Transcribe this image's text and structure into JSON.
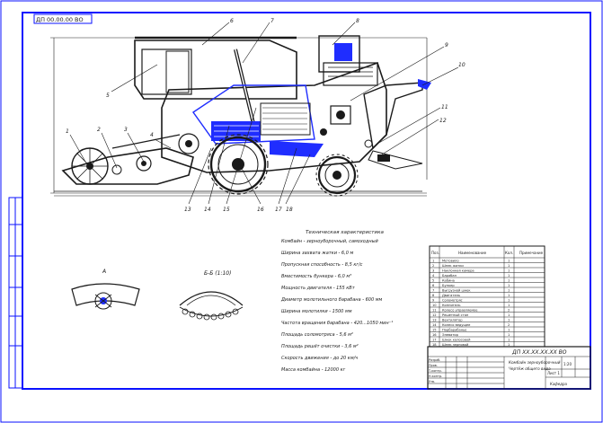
{
  "colors": {
    "frame": "#0a12ff",
    "ink": "#1a1a1a",
    "drawing_blue": "#1f2dff",
    "dark_fill": "#111111",
    "paper": "#ffffff"
  },
  "drawing": {
    "stamp_code": "ДП 00.00.00 ВО",
    "callouts": [
      "1",
      "2",
      "3",
      "4",
      "5",
      "6",
      "7",
      "8",
      "9",
      "10",
      "11",
      "12",
      "13",
      "14",
      "15",
      "16",
      "17",
      "18"
    ],
    "view_a_label": "А",
    "view_b_label": "Б-Б (1:10)"
  },
  "tech_spec": {
    "title": "Техническая характеристика",
    "lines": [
      "Комбайн - зерноуборочный, самоходный",
      "Ширина захвата жатки - 6,0 м",
      "Пропускная способность - 8,5 кг/с",
      "Вместимость бункера - 6,0 м³",
      "Мощность двигателя - 155 кВт",
      "Диаметр молотильного барабана - 600 мм",
      "Ширина молотилки - 1500 мм",
      "Частота вращения барабана - 420...1050 мин⁻¹",
      "Площадь соломотряса - 5,6 м²",
      "Площадь решёт очистки - 3,6 м²",
      "Скорость движения - до 20 км/ч",
      "Масса комбайна - 12000 кг"
    ]
  },
  "spec_table": {
    "headers": [
      "Поз.",
      "Наименование",
      "Кол.",
      "Примечание"
    ],
    "rows": [
      {
        "pos": "1",
        "name": "Мотовило",
        "qty": "1"
      },
      {
        "pos": "2",
        "name": "Шнек жатки",
        "qty": "1"
      },
      {
        "pos": "3",
        "name": "Наклонная камера",
        "qty": "1"
      },
      {
        "pos": "4",
        "name": "Барабан",
        "qty": "1"
      },
      {
        "pos": "5",
        "name": "Кабина",
        "qty": "1"
      },
      {
        "pos": "6",
        "name": "Бункер",
        "qty": "1"
      },
      {
        "pos": "7",
        "name": "Выгрузной шнек",
        "qty": "1"
      },
      {
        "pos": "8",
        "name": "Двигатель",
        "qty": "1"
      },
      {
        "pos": "9",
        "name": "Соломотряс",
        "qty": "1"
      },
      {
        "pos": "10",
        "name": "Копнитель",
        "qty": "1"
      },
      {
        "pos": "11",
        "name": "Колесо управляемое",
        "qty": "2"
      },
      {
        "pos": "12",
        "name": "Решётный стан",
        "qty": "1"
      },
      {
        "pos": "13",
        "name": "Вентилятор",
        "qty": "1"
      },
      {
        "pos": "14",
        "name": "Колесо ведущее",
        "qty": "2"
      },
      {
        "pos": "15",
        "name": "Подбарабанье",
        "qty": "1"
      },
      {
        "pos": "16",
        "name": "Элеватор",
        "qty": "1"
      },
      {
        "pos": "17",
        "name": "Шнек колосовой",
        "qty": "1"
      },
      {
        "pos": "18",
        "name": "Шнек зерновой",
        "qty": "1"
      }
    ]
  },
  "title_block": {
    "code": "ДП ХХ.ХХ.ХХ.ХХ ВО",
    "name": "Комбайн зерноуборочный",
    "doc": "Чертёж общего вида",
    "scale": "1:20",
    "sheet": "Лист 1",
    "org": "Кафедра",
    "roles": [
      "Разраб.",
      "Пров.",
      "Т.контр.",
      "Н.контр.",
      "Утв."
    ]
  }
}
